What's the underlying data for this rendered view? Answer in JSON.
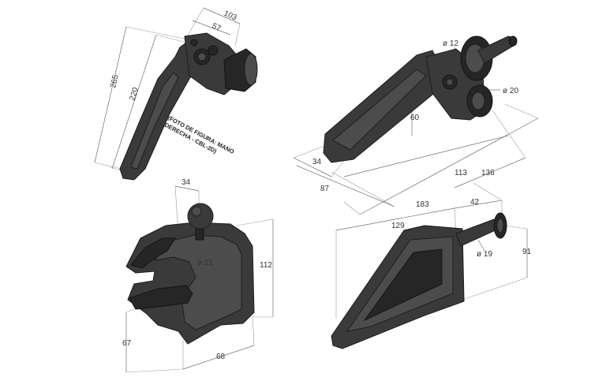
{
  "diagram": {
    "part1": {
      "dim_overall_length": "265",
      "dim_handle_length": "220",
      "dim_head_width": "57",
      "dim_total_width": "103",
      "note_line1": "(FOTO DE FIGURA: MANO",
      "note_line2": "DERECHA - CBL-2D)"
    },
    "part2": {
      "dim_width": "34",
      "dim_length": "87",
      "dim_diameter_small": "ø 12",
      "dim_diameter_large": "ø 20",
      "dim_height": "60",
      "dim_113": "113",
      "dim_136": "136",
      "dim_183": "183"
    },
    "part3": {
      "dim_top": "34",
      "dim_diameter": "ø 21",
      "dim_height": "112",
      "dim_side": "67",
      "dim_base": "68"
    },
    "part4": {
      "dim_length": "129",
      "dim_pin": "42",
      "dim_diameter": "ø 19",
      "dim_height": "91"
    }
  }
}
